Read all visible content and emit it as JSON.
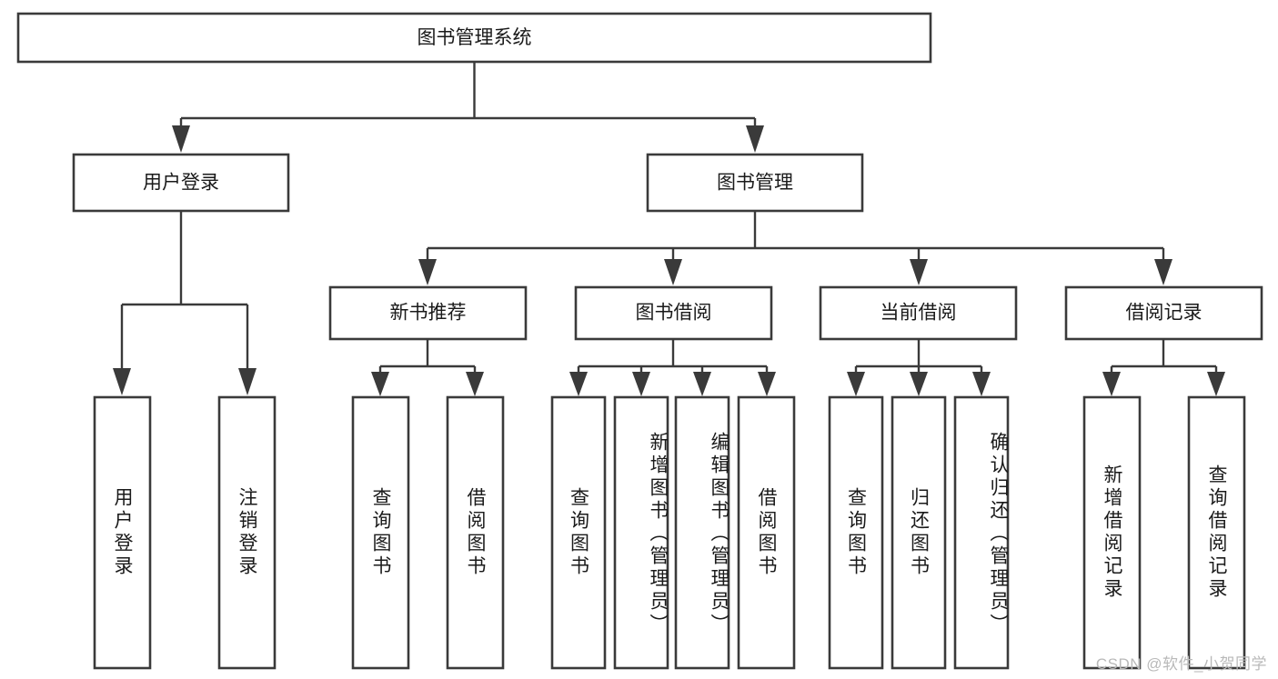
{
  "diagram": {
    "type": "tree-hierarchy",
    "title": "图书管理系统",
    "watermark": "CSDN @软件_小贺同学",
    "colors": {
      "stroke": "#3a3a3a",
      "fill": "#ffffff",
      "text": "#1a1a1a",
      "watermark": "#b9b9b9"
    },
    "levels": {
      "root": {
        "label": "图书管理系统"
      },
      "level2": [
        {
          "id": "user-login",
          "label": "用户登录"
        },
        {
          "id": "book-manage",
          "label": "图书管理"
        }
      ],
      "level3": [
        {
          "id": "new-book-recommend",
          "label": "新书推荐",
          "parent": "book-manage"
        },
        {
          "id": "book-borrow",
          "label": "图书借阅",
          "parent": "book-manage"
        },
        {
          "id": "current-borrow",
          "label": "当前借阅",
          "parent": "book-manage"
        },
        {
          "id": "borrow-record",
          "label": "借阅记录",
          "parent": "book-manage"
        }
      ],
      "leaves": [
        {
          "id": "leaf-user-login",
          "label": "用户登录",
          "parent": "user-login"
        },
        {
          "id": "leaf-logout-login",
          "label": "注销登录",
          "parent": "user-login"
        },
        {
          "id": "leaf-query-book-1",
          "label": "查询图书",
          "parent": "new-book-recommend"
        },
        {
          "id": "leaf-borrow-book-1",
          "label": "借阅图书",
          "parent": "new-book-recommend"
        },
        {
          "id": "leaf-query-book-2",
          "label": "查询图书",
          "parent": "book-borrow"
        },
        {
          "id": "leaf-add-book",
          "label": "新增图书（管理员）",
          "parent": "book-borrow"
        },
        {
          "id": "leaf-edit-book",
          "label": "编辑图书（管理员）",
          "parent": "book-borrow"
        },
        {
          "id": "leaf-borrow-book-2",
          "label": "借阅图书",
          "parent": "book-borrow"
        },
        {
          "id": "leaf-query-book-3",
          "label": "查询图书",
          "parent": "current-borrow"
        },
        {
          "id": "leaf-return-book",
          "label": "归还图书",
          "parent": "current-borrow"
        },
        {
          "id": "leaf-confirm-return",
          "label": "确认归还（管理员）",
          "parent": "current-borrow"
        },
        {
          "id": "leaf-add-record",
          "label": "新增借阅记录",
          "parent": "borrow-record"
        },
        {
          "id": "leaf-query-record",
          "label": "查询借阅记录",
          "parent": "borrow-record"
        }
      ]
    }
  }
}
